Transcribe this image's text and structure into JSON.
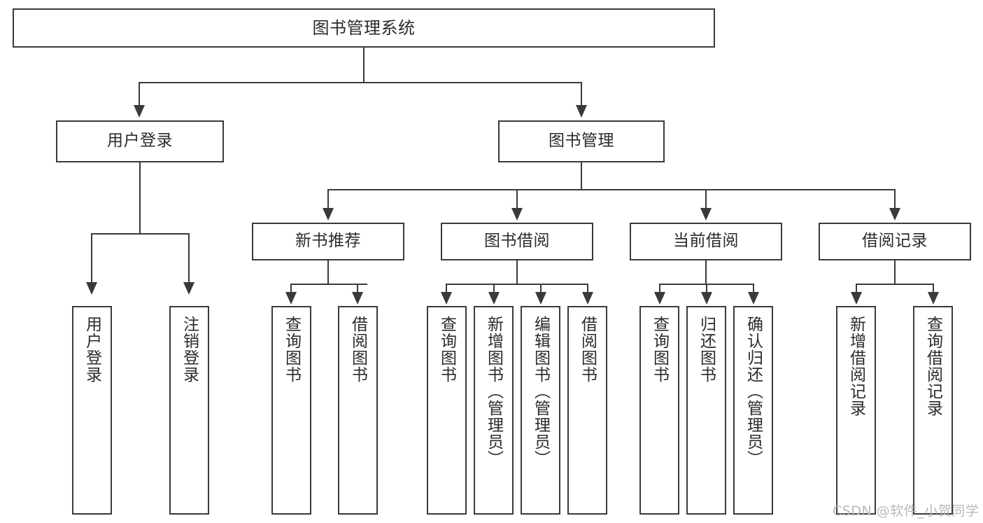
{
  "diagram": {
    "title": "图书管理系统",
    "type": "tree-hierarchy-diagram",
    "root": "图书管理系统",
    "level2": {
      "user_login": "用户登录",
      "book_manage": "图书管理"
    },
    "level3": {
      "new_book_recommend": "新书推荐",
      "book_borrow": "图书借阅",
      "current_borrow": "当前借阅",
      "borrow_record": "借阅记录"
    },
    "leaves": {
      "user_login_children": [
        "用户登录",
        "注销登录"
      ],
      "new_book_recommend_children": [
        "查询图书",
        "借阅图书"
      ],
      "book_borrow_children": [
        "查询图书",
        "新增图书（管理员）",
        "编辑图书（管理员）",
        "借阅图书"
      ],
      "current_borrow_children": [
        "查询图书",
        "归还图书",
        "确认归还（管理员）"
      ],
      "borrow_record_children": [
        "新增借阅记录",
        "查询借阅记录"
      ]
    }
  },
  "watermark": {
    "text": "CSDN @软件_小贺同学"
  },
  "colors": {
    "stroke": "#3a3a3a",
    "text": "#2b2b2b",
    "background": "#ffffff",
    "watermark": "#b8b8b8"
  }
}
